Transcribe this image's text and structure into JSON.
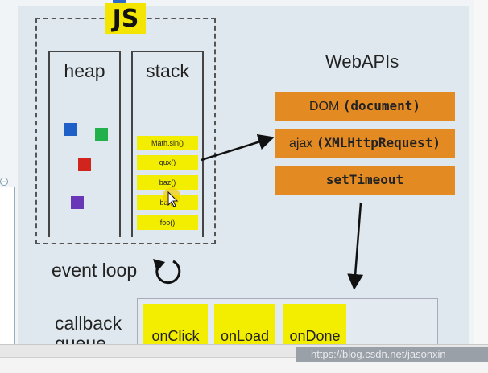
{
  "js_logo": {
    "text": "JS"
  },
  "heap": {
    "title": "heap",
    "object_colors": [
      "#1f5fc8",
      "#22b04a",
      "#d0241c",
      "#6a36b8"
    ]
  },
  "stack": {
    "title": "stack",
    "frames": [
      "Math.sin()",
      "qux()",
      "baz()",
      "bar()",
      "foo()"
    ]
  },
  "webapis": {
    "title": "WebAPIs",
    "dom": {
      "label": "DOM ",
      "code": "(document)"
    },
    "ajax": {
      "label": "ajax ",
      "code": "(XMLHttpRequest)"
    },
    "timeout": {
      "code": "setTimeout"
    }
  },
  "event_loop": {
    "label": "event loop"
  },
  "callback_queue": {
    "label_line1": "callback",
    "label_line2": "queue",
    "items": [
      "onClick",
      "onLoad",
      "onDone"
    ]
  },
  "watermark": {
    "text": "https://blog.csdn.net/jasonxin"
  },
  "colors": {
    "api_orange": "#e38b22",
    "frame_yellow": "#f3ee00",
    "js_yellow": "#f3e500"
  }
}
